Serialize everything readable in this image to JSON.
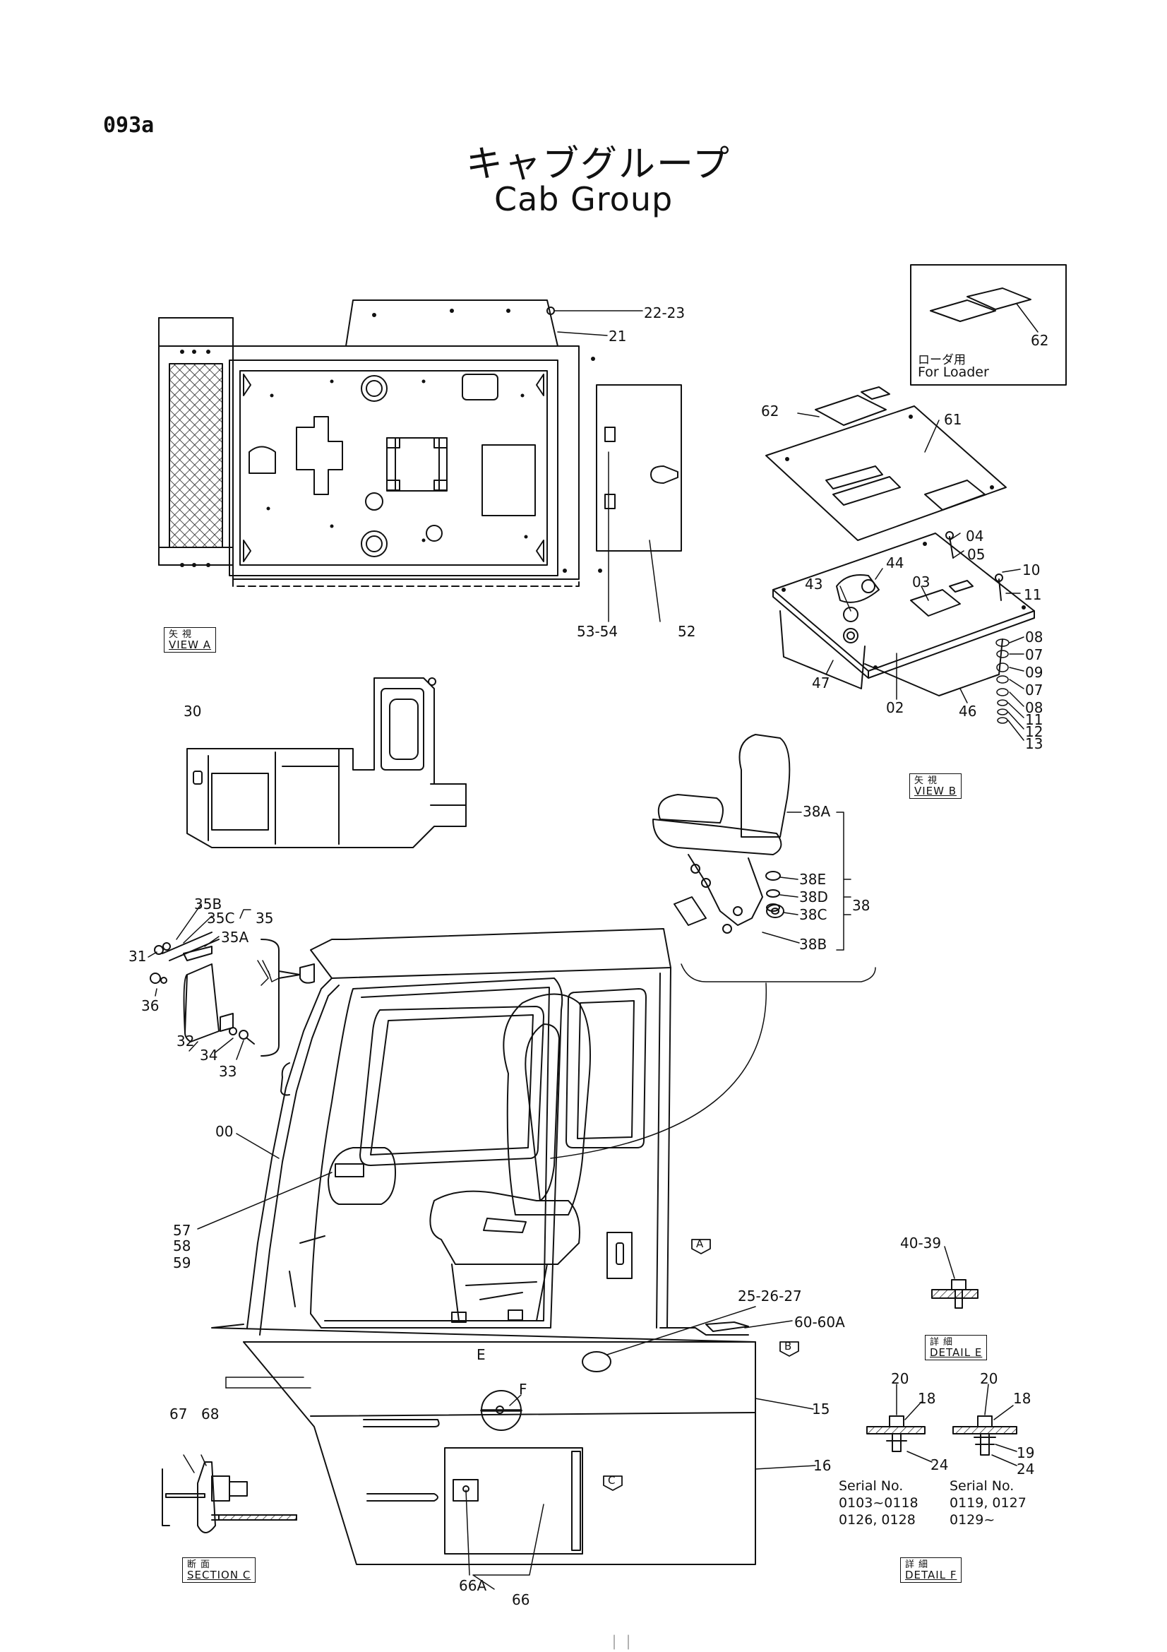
{
  "page_id": "093a",
  "title": {
    "jp": "キャブグループ",
    "en": "Cab Group"
  },
  "loader_box": {
    "jp": "ローダ用",
    "en": "For Loader",
    "part": "62"
  },
  "views": {
    "view_a": {
      "jp": "矢視",
      "en": "VIEW A"
    },
    "view_b": {
      "jp": "矢視",
      "en": "VIEW B"
    },
    "detail_e": {
      "jp": "詳細",
      "en": "DETAIL E"
    },
    "detail_f": {
      "jp": "詳細",
      "en": "DETAIL F"
    },
    "section_c": {
      "jp": "断面",
      "en": "SECTION C"
    }
  },
  "arrow_markers": {
    "a": "A",
    "b": "B",
    "c": "C",
    "e": "E",
    "f": "F"
  },
  "serials": {
    "left": {
      "label": "Serial No.",
      "line1": "0103~0118",
      "line2": "0126, 0128"
    },
    "right": {
      "label": "Serial No.",
      "line1": "0119, 0127",
      "line2": "0129~"
    }
  },
  "callouts": {
    "c22_23": "22-23",
    "c21": "21",
    "c53_54": "53-54",
    "c52": "52",
    "c62": "62",
    "c61": "61",
    "c04": "04",
    "c05": "05",
    "c44": "44",
    "c03": "03",
    "c43": "43",
    "c10": "10",
    "c11": "11",
    "c08": "08",
    "c07": "07",
    "c09": "09",
    "c07b": "07",
    "c08b": "08",
    "c11b": "11",
    "c12": "12",
    "c13": "13",
    "c47": "47",
    "c02": "02",
    "c46": "46",
    "c30": "30",
    "c38a": "38A",
    "c38e": "38E",
    "c38d": "38D",
    "c38": "38",
    "c38c": "38C",
    "c38b": "38B",
    "c35b": "35B",
    "c35c": "35C",
    "c35": "35",
    "c35a": "35A",
    "c31": "31",
    "c36": "36",
    "c32": "32",
    "c34": "34",
    "c33": "33",
    "c00": "00",
    "c57": "57",
    "c58": "58",
    "c59": "59",
    "c25_26_27": "25-26-27",
    "c60_60a": "60-60A",
    "c15": "15",
    "c16": "16",
    "c67": "67",
    "c68": "68",
    "c66a": "66A",
    "c66": "66",
    "c40_39": "40-39",
    "c20": "20",
    "c18": "18",
    "c24": "24",
    "c20b": "20",
    "c18b": "18",
    "c19": "19",
    "c24b": "24"
  }
}
